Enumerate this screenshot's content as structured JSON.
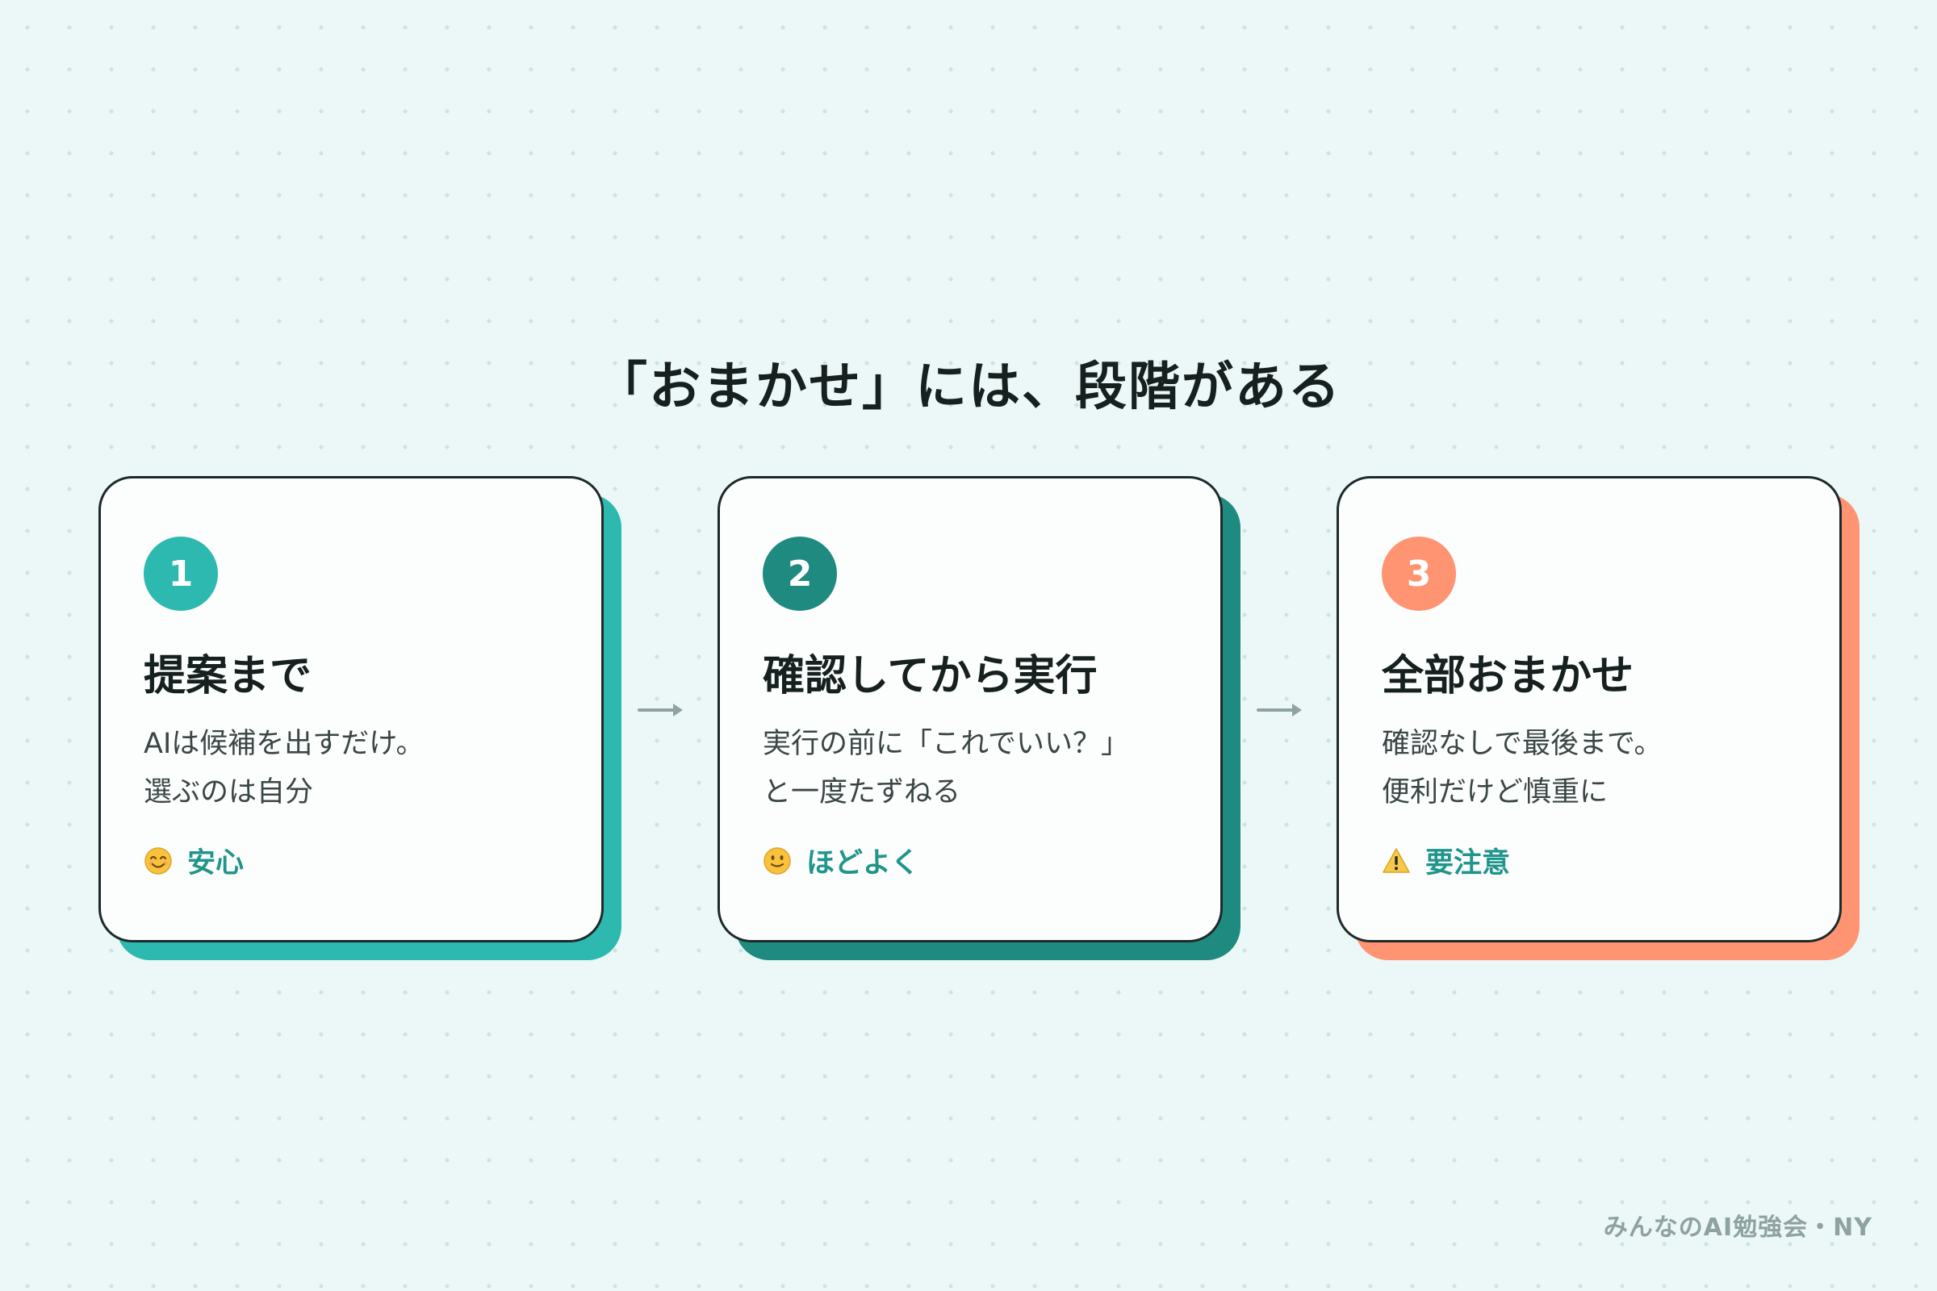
{
  "title": "「おまかせ」には、段階がある",
  "colors": {
    "teal": "#2db9b0",
    "dark_teal": "#1f8a80",
    "coral": "#ff9473",
    "tag_text": "#1f958b"
  },
  "cards": [
    {
      "number": "1",
      "title": "提案まで",
      "desc_line1": "AIは候補を出すだけ。",
      "desc_line2": "選ぶのは自分",
      "tag_icon": "smiling-face-icon",
      "tag_label": "安心"
    },
    {
      "number": "2",
      "title": "確認してから実行",
      "desc_line1": "実行の前に「これでいい？」",
      "desc_line2": "と一度たずねる",
      "tag_icon": "slight-smile-icon",
      "tag_label": "ほどよく"
    },
    {
      "number": "3",
      "title": "全部おまかせ",
      "desc_line1": "確認なしで最後まで。",
      "desc_line2": "便利だけど慎重に",
      "tag_icon": "warning-icon",
      "tag_label": "要注意"
    }
  ],
  "footer": "みんなのAI勉強会・NY"
}
